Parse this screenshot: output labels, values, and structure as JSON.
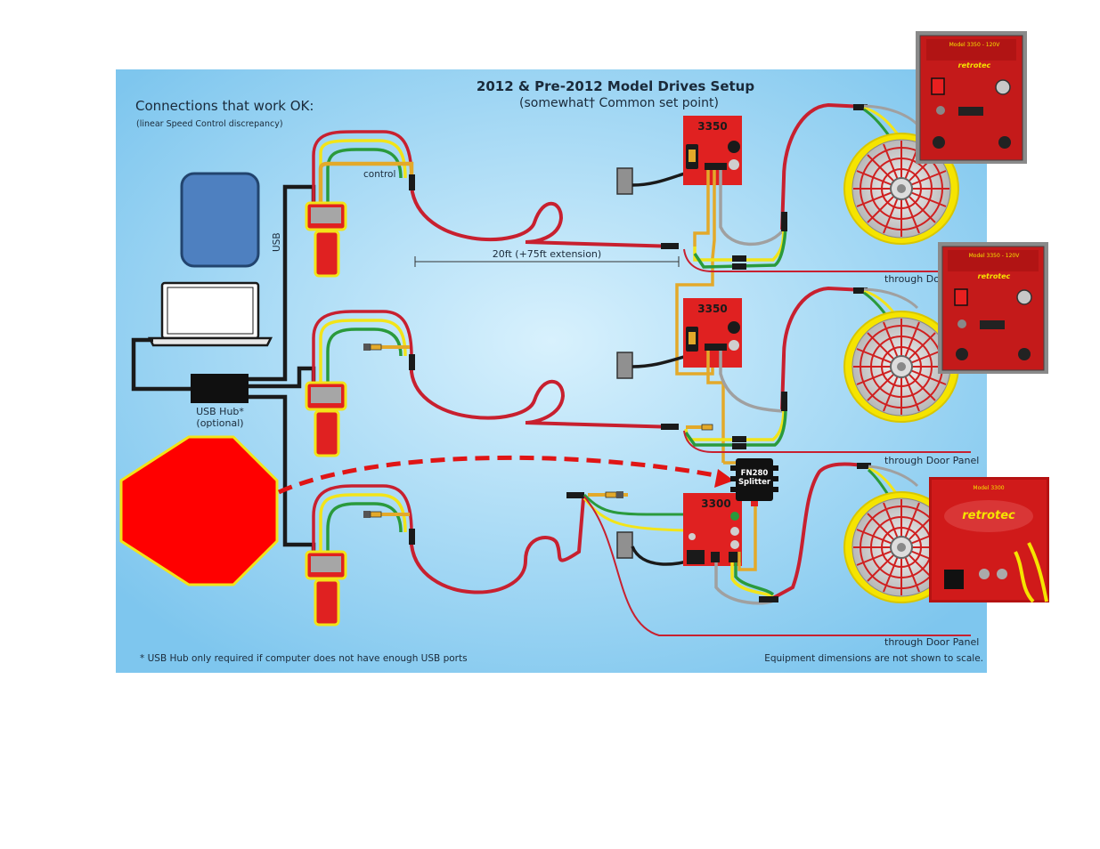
{
  "title": "2012 & Pre-2012 Model Drives Setup",
  "subtitle": "(somewhat† Common set point)",
  "heading": "Connections that work OK:",
  "heading_note": "(linear Speed Control discrepancy)",
  "labels": {
    "usb": "USB",
    "control": "control",
    "extension": "20ft (+75ft extension)",
    "usb_hub": "USB Hub*",
    "usb_hub_note": "(optional)",
    "through_door_1": "through Door",
    "through_door_2": "through Door Panel",
    "through_door_3": "through Door Panel",
    "drive_top": "3350",
    "drive_mid": "3350",
    "drive_bot": "3300",
    "splitter_line1": "FN280",
    "splitter_line2": "Splitter",
    "footnote_left": "* USB Hub only required if computer does not have enough USB ports",
    "footnote_right": "Equipment dimensions are not shown to scale."
  },
  "photos": {
    "photo1_model": "Model 3350 - 120V",
    "photo1_brand": "retrotec",
    "photo2_model": "Model 3350 - 120V",
    "photo2_brand": "retrotec",
    "photo3_model": "Model 3300",
    "photo3_brand": "retrotec"
  },
  "colors": {
    "panel_bg": "#8fcdf0",
    "cable_red": "#c8202f",
    "cable_orange": "#e3a92a",
    "cable_yellow": "#f2e419",
    "cable_green": "#2a9a3c",
    "cable_black": "#1a1a1a",
    "cable_gray": "#a0a0a0",
    "device_red": "#e02121",
    "stop_red": "#ff0000",
    "fan_yellow": "#f5e400",
    "tablet_blue": "#4e80c0"
  }
}
